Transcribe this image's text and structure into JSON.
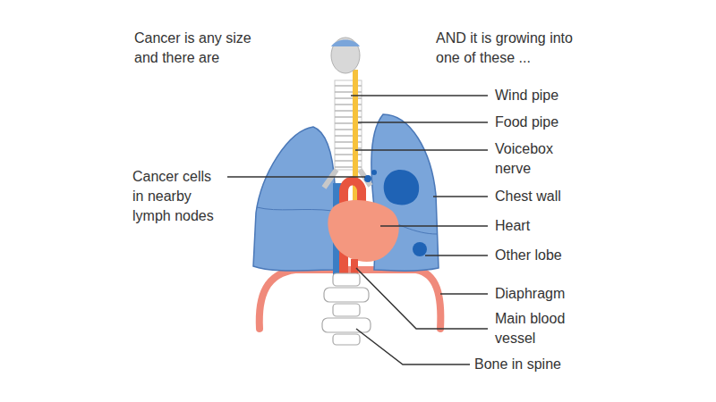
{
  "diagram": {
    "labels": [
      "Cancer is any size and there are",
      "AND it is growing into one of these ...",
      "Wind pipe",
      "Food pipe",
      "Voicebox nerve",
      "Chest wall",
      "Heart",
      "Other lobe",
      "Diaphragm",
      "Main blood vessel",
      "Bone in spine",
      "Cancer cells in nearby lymph nodes"
    ]
  }
}
